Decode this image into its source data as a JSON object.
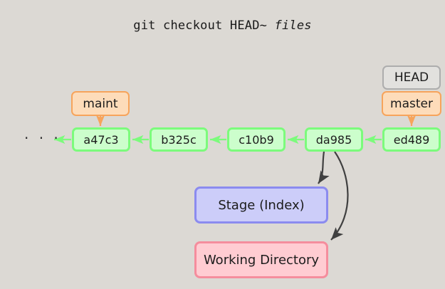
{
  "diagram": {
    "title_prefix": "git checkout HEAD~ ",
    "title_arg": "files",
    "background_color": "#dcd9d4",
    "ellipsis": "· · ·"
  },
  "colors": {
    "commit_fill": "#ccfecc",
    "commit_border": "#7cfb7c",
    "branch_fill": "#fddcba",
    "branch_border": "#f7a45b",
    "head_fill": "#e2e1de",
    "head_border": "#adadad",
    "stage_fill": "#cccdf9",
    "stage_border": "#8b8bef",
    "workdir_fill": "#ffccd2",
    "workdir_border": "#f58d9d",
    "commit_arrow": "#7cfb7c",
    "branch_arrow": "#f7a45b",
    "action_arrow": "#404040"
  },
  "commits": [
    {
      "label": "a47c3"
    },
    {
      "label": "b325c"
    },
    {
      "label": "c10b9"
    },
    {
      "label": "da985"
    },
    {
      "label": "ed489"
    }
  ],
  "refs": {
    "maint": "maint",
    "master": "master",
    "head": "HEAD"
  },
  "areas": {
    "stage": "Stage (Index)",
    "working_directory": "Working Directory"
  }
}
